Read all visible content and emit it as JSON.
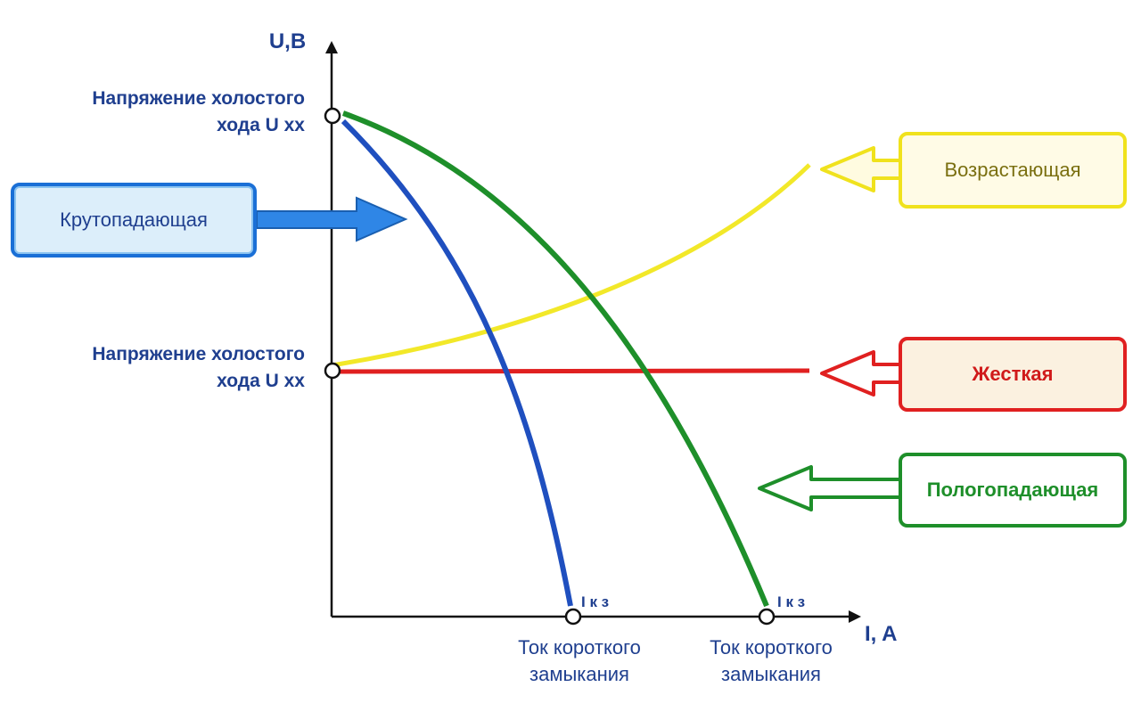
{
  "chart_data": {
    "type": "line",
    "ylabel": "U,B",
    "xlabel": "I, A",
    "y_annotations": [
      "Напряжение холостого хода  U хх",
      "Напряжение холостого хода  U хх"
    ],
    "x_annotations": [
      {
        "point_label": "I к з",
        "caption": "Ток короткого замыкания"
      },
      {
        "point_label": "I к з",
        "caption": "Ток короткого замыкания"
      }
    ],
    "series": [
      {
        "name": "Крутопадающая",
        "color": "#1f4fbf",
        "shape": "steeply-falling"
      },
      {
        "name": "Пологопадающая",
        "color": "#1e8f2a",
        "shape": "gently-falling"
      },
      {
        "name": "Жесткая",
        "color": "#e02020",
        "shape": "flat"
      },
      {
        "name": "Возрастающая",
        "color": "#f2e829",
        "shape": "rising"
      }
    ]
  },
  "colors": {
    "axis": "#111111",
    "label_text": "#1f3f8f",
    "blue_box_fill": "#dceefa",
    "red_box_fill": "#fbf1e0"
  }
}
